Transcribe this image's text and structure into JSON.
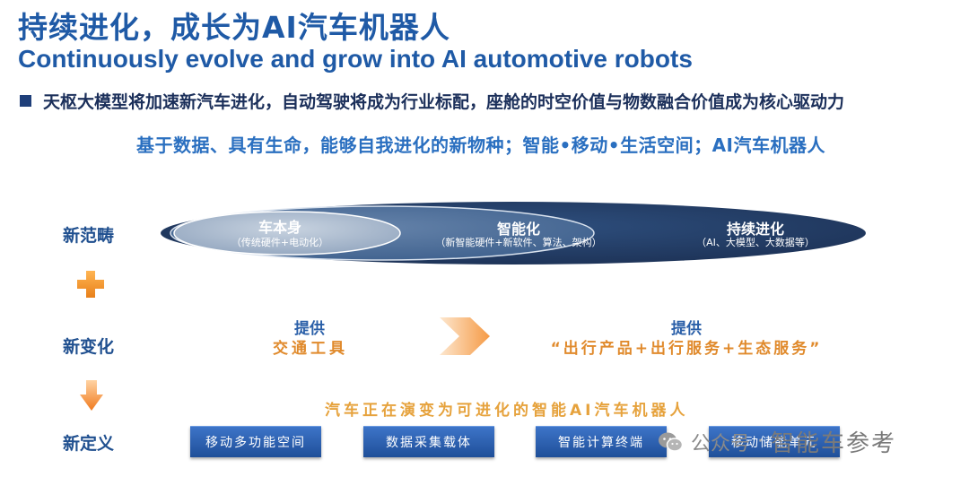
{
  "header": {
    "title_cn": "持续进化，成长为AI汽车机器人",
    "title_en": "Continuously evolve and grow into AI automotive robots"
  },
  "bullet_text": "天枢大模型将加速新汽车进化，自动驾驶将成为行业标配，座舱的时空价值与物数融合价值成为核心驱动力",
  "highlight": "基于数据、具有生命，能够自我进化的新物种；智能•移动•生活空间；AI汽车机器人",
  "rows": {
    "paradigm": "新范畴",
    "change": "新变化",
    "definition": "新定义"
  },
  "ellipse": {
    "stage1": {
      "title": "车本身",
      "sub": "（传统硬件+电动化）"
    },
    "stage2": {
      "title": "智能化",
      "sub": "（新智能硬件+新软件、算法、架构）"
    },
    "stage3": {
      "title": "持续进化",
      "sub": "（AI、大模型、大数据等）"
    }
  },
  "changes": {
    "left": {
      "label": "提供",
      "item": "交通工具"
    },
    "right": {
      "label": "提供",
      "item": "“出行产品+出行服务+生态服务”"
    }
  },
  "evolve_text": "汽车正在演变为可进化的智能AI汽车机器人",
  "buttons": [
    "移动多功能空间",
    "数据采集载体",
    "智能计算终端",
    "移动储能单元"
  ],
  "watermark": {
    "prefix": "公众号",
    "name": "智能车参考"
  },
  "colors": {
    "title_blue": "#1f5aa6",
    "ellipse_dark": "#1e3457",
    "ellipse_mid": "#4a6d99",
    "ellipse_light": "#9fb1c8",
    "plus_orange": "#f39a2b",
    "arrow_orange": "#f6a04a",
    "button_blue": "#2a5fae"
  },
  "icons": [
    "plus-icon",
    "down-arrow-icon",
    "chevron-right-arrow-icon",
    "wechat-icon"
  ]
}
